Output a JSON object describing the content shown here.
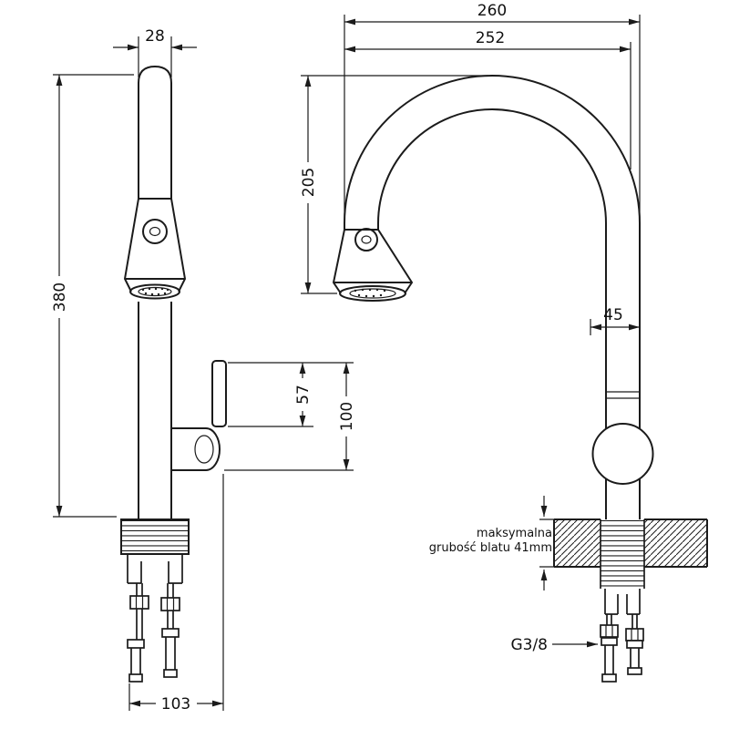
{
  "drawing": {
    "kind": "faucet-technical-drawing",
    "colors": {
      "line": "#1b1b1b",
      "background": "#ffffff"
    },
    "dimensions": {
      "spray_head_width_mm": "28",
      "total_height_mm": "380",
      "spout_reach_outer_mm": "260",
      "spout_reach_inner_mm": "252",
      "spout_height_mm": "205",
      "pipe_offset_mm": "45",
      "lever_height_mm": "57",
      "body_section_height_mm": "100",
      "base_span_mm": "103"
    },
    "annotations": {
      "countertop_note_line1": "maksymalna",
      "countertop_note_line2": "grubość blatu 41mm",
      "connection_thread": "G3/8"
    }
  }
}
